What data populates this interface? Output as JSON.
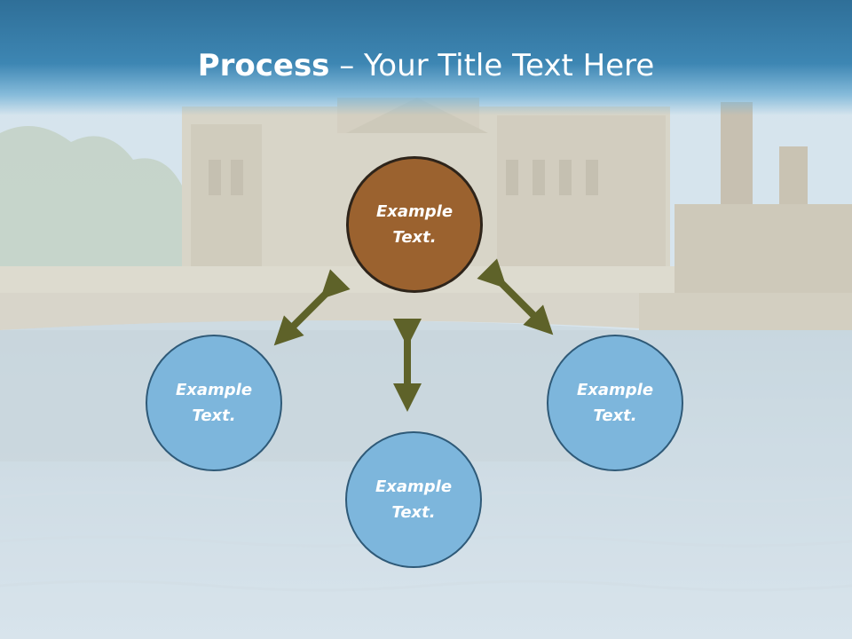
{
  "title": {
    "bold": "Process",
    "rest": " – Your Title Text Here"
  },
  "nodes": {
    "center": "Example Text.",
    "left": "Example Text.",
    "bottom": "Example Text.",
    "right": "Example Text."
  },
  "colors": {
    "center_fill": "#9b622f",
    "node_fill": "#7db6dc",
    "arrow": "#5e6229",
    "title_band": "#3d86b3"
  },
  "background_image": "faded riverside cityscape with bridge, cathedral and water reflections"
}
